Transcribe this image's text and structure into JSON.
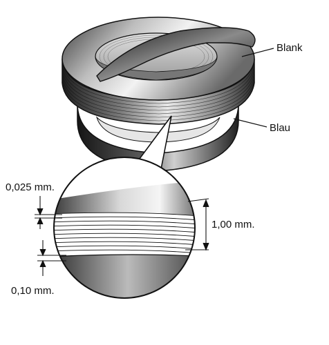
{
  "labels": {
    "top_layer": "Blank",
    "bottom_layer": "Blau",
    "thin_layer_thickness": "0,025 mm.",
    "total_thickness": "1,00 mm.",
    "layer_thickness": "0,10 mm."
  },
  "colors": {
    "ink": "#111111",
    "metal_light": "#e9e9e9",
    "metal_mid": "#9a9a9a",
    "metal_dark": "#2a2a2a",
    "background": "#ffffff"
  }
}
